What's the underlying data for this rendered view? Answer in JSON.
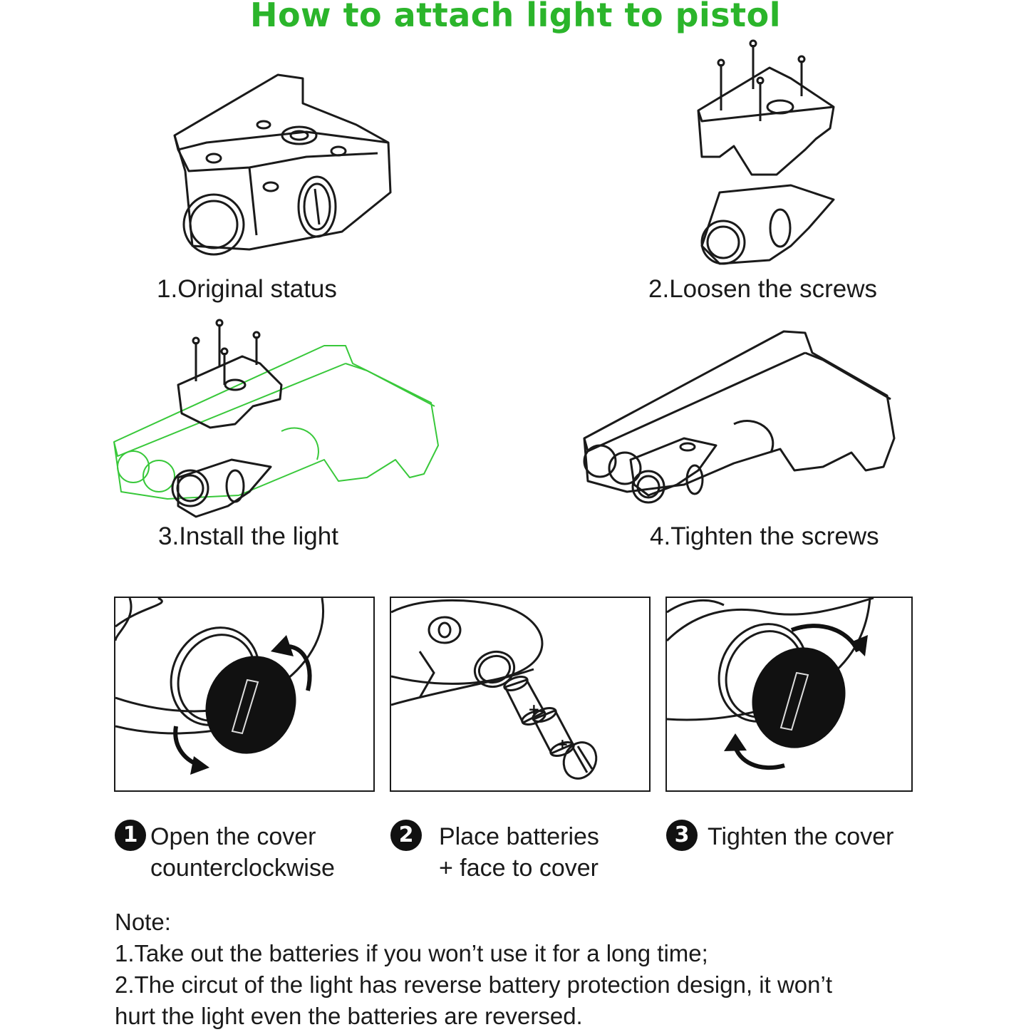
{
  "title": "How to attach light to pistol",
  "colors": {
    "title": "#2bb52b",
    "green_outline": "#38c83a",
    "line": "#1a1a1a"
  },
  "steps": [
    {
      "label": "1.Original status"
    },
    {
      "label": "2.Loosen the screws"
    },
    {
      "label": "3.Install the light"
    },
    {
      "label": "4.Tighten the screws"
    }
  ],
  "battery_steps": [
    {
      "number": "1",
      "line1": "Open the cover",
      "line2": "counterclockwise"
    },
    {
      "number": "2",
      "line1": "Place batteries",
      "line2": "+ face to cover"
    },
    {
      "number": "3",
      "line1": "Tighten the cover",
      "line2": ""
    }
  ],
  "battery_marks": {
    "plus": "+"
  },
  "note": {
    "heading": "Note:",
    "lines": [
      "1.Take out the batteries if you won’t use it for a long time;",
      "2.The circut of the light has reverse battery protection design, it won’t",
      "hurt the light even the batteries are reversed."
    ]
  }
}
